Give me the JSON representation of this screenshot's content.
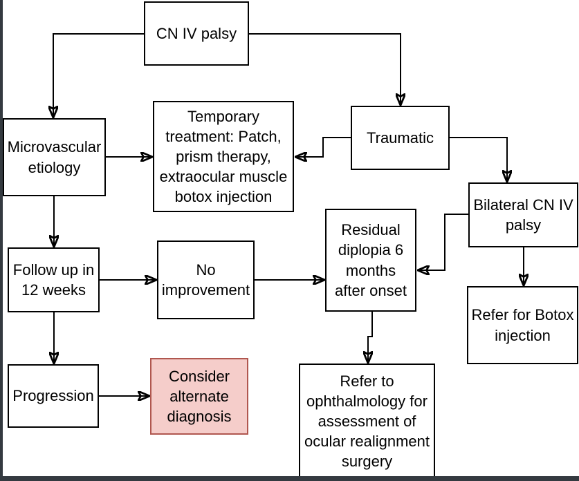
{
  "nodes": {
    "cn4": {
      "label": "CN IV palsy"
    },
    "micro": {
      "label": "Microvascular\netiology"
    },
    "temp": {
      "label": "Temporary\ntreatment: Patch,\nprism therapy,\nextraocular muscle\nbotox injection"
    },
    "traumatic": {
      "label": "Traumatic"
    },
    "bilateral": {
      "label": "Bilateral CN IV\npalsy"
    },
    "residual": {
      "label": "Residual\ndiplopia 6\nmonths\nafter onset"
    },
    "botox": {
      "label": "Refer for Botox\ninjection"
    },
    "followup": {
      "label": "Follow up in\n12 weeks"
    },
    "noimp": {
      "label": "No\nimprovement"
    },
    "progression": {
      "label": "Progression"
    },
    "consider": {
      "label": "Consider\nalternate\ndiagnosis",
      "highlighted": true
    },
    "ophtho": {
      "label": "Refer to\nophthalmology for\nassessment of\nocular realignment\nsurgery"
    }
  },
  "edges": [
    {
      "from": "cn4",
      "to": "micro"
    },
    {
      "from": "cn4",
      "to": "traumatic"
    },
    {
      "from": "micro",
      "to": "temp"
    },
    {
      "from": "traumatic",
      "to": "temp"
    },
    {
      "from": "traumatic",
      "to": "bilateral"
    },
    {
      "from": "bilateral",
      "to": "residual"
    },
    {
      "from": "bilateral",
      "to": "botox"
    },
    {
      "from": "micro",
      "to": "followup"
    },
    {
      "from": "followup",
      "to": "noimp"
    },
    {
      "from": "noimp",
      "to": "residual"
    },
    {
      "from": "followup",
      "to": "progression"
    },
    {
      "from": "progression",
      "to": "consider"
    },
    {
      "from": "residual",
      "to": "ophtho"
    }
  ],
  "colors": {
    "background": "#ffffff",
    "node_fill": "#ffffff",
    "node_border": "#000000",
    "connector": "#000000",
    "highlight_fill": "#f5cdca",
    "highlight_border": "#b0574f",
    "frame": "#343a40"
  }
}
